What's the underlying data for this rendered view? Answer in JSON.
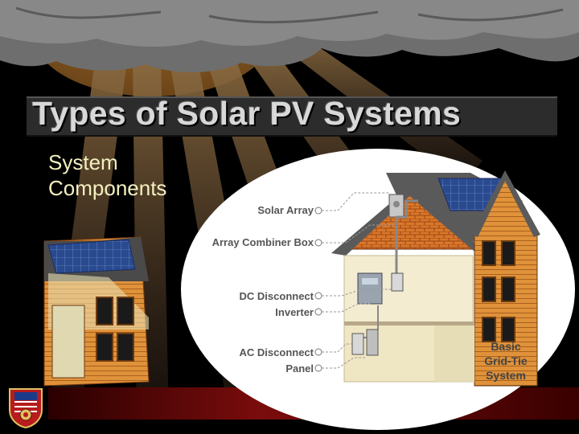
{
  "slide": {
    "title": "Types of Solar PV Systems",
    "subtitle_lines": [
      "System",
      "Components"
    ]
  },
  "diagram": {
    "labels": {
      "solar_array": "Solar Array",
      "combiner_box": "Array Combiner Box",
      "dc_disconnect": "DC Disconnect",
      "inverter": "Inverter",
      "ac_disconnect": "AC Disconnect",
      "panel": "Panel"
    },
    "system_type_lines": [
      "Basic",
      "Grid-Tie",
      "System"
    ]
  },
  "colors": {
    "background": "#000000",
    "cloud": "#6e6e6e",
    "sun": "#8a5a20",
    "title_bar": "#2c2c2c",
    "title_text": "#d8d8d8",
    "subtitle_text": "#f3f0c0",
    "house_siding": "#d9842e",
    "roof_shingle": "#4a4a4a",
    "bottom_bar": "#6a0a0a"
  },
  "icons": [
    "fire-department-badge-icon"
  ]
}
